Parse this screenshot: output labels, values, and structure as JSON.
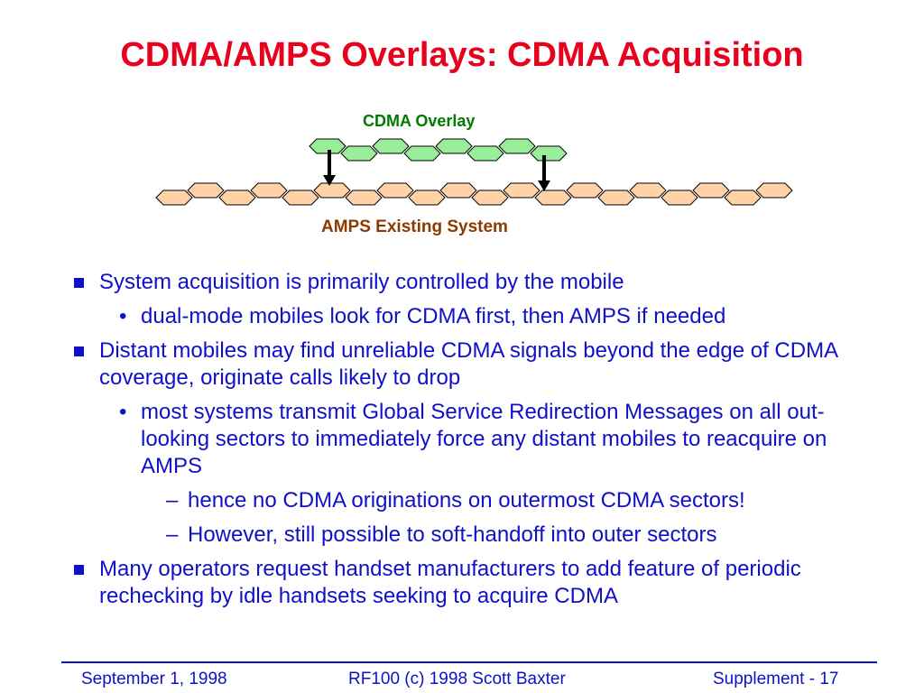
{
  "slide": {
    "title": "CDMA/AMPS Overlays: CDMA Acquisition",
    "diagram": {
      "overlay_label": "CDMA Overlay",
      "existing_label": "AMPS Existing System",
      "colors": {
        "overlay_fill": "#99ee99",
        "existing_fill": "#ffd2a8",
        "outline": "#000000"
      }
    },
    "bullets": [
      {
        "level": 1,
        "text": "System acquisition is primarily controlled by the mobile"
      },
      {
        "level": 2,
        "marker": "•",
        "text": "dual-mode mobiles look for CDMA first, then AMPS if needed"
      },
      {
        "level": 1,
        "text": "Distant mobiles may find unreliable CDMA signals beyond the edge of CDMA coverage, originate calls likely to drop"
      },
      {
        "level": 2,
        "marker": "•",
        "text": "most systems transmit Global Service Redirection Messages on all out-looking sectors to immediately force any distant mobiles to reacquire on AMPS"
      },
      {
        "level": 3,
        "marker": "–",
        "text": "hence no CDMA originations on outermost CDMA sectors!"
      },
      {
        "level": 3,
        "marker": "–",
        "text": "However, still possible to soft-handoff into outer sectors"
      },
      {
        "level": 1,
        "text": "Many operators request handset manufacturers to add feature of periodic rechecking by idle handsets seeking to acquire CDMA"
      }
    ],
    "footer": {
      "left": "September 1, 1998",
      "center": "RF100 (c) 1998 Scott Baxter",
      "right": "Supplement - 17"
    }
  }
}
